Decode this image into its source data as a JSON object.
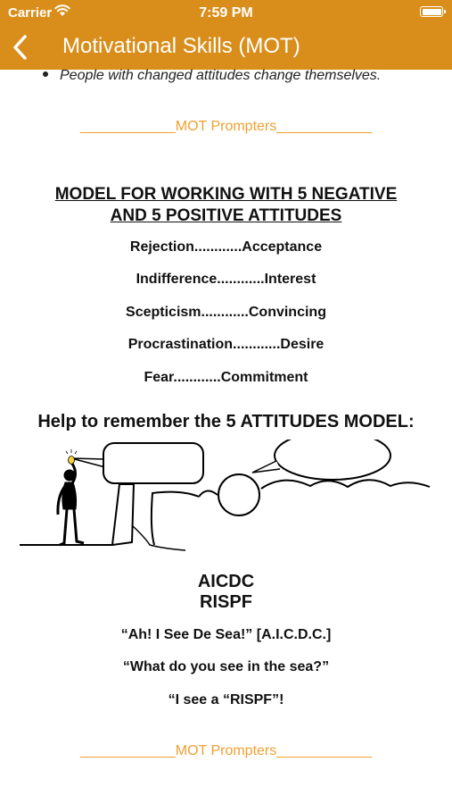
{
  "status": {
    "carrier": "Carrier",
    "time": "7:59 PM"
  },
  "nav": {
    "title": "Motivational Skills (MOT)",
    "back_icon": "chevron-left-icon"
  },
  "content": {
    "bullet_text": "People with changed attitudes change themselves.",
    "prompter_label": "____________MOT Prompters____________",
    "model_title_line1": "MODEL FOR WORKING WITH 5 NEGATIVE",
    "model_title_line2": "AND 5 POSITIVE ATTITUDES",
    "pairs": [
      "Rejection............Acceptance",
      "Indifference............Interest",
      "Scepticism............Convincing",
      "Procrastination............Desire",
      "Fear............Commitment"
    ],
    "help_title": "Help to remember the 5 ATTITUDES MODEL:",
    "code1": "AICDC",
    "code2": "RISPF",
    "quotes": [
      "“Ah! I See De Sea!” [A.I.C.D.C.]",
      "“What do you see in the sea?”",
      "“I see a “RISPF”!"
    ]
  },
  "colors": {
    "header": "#D98E1B",
    "prompter": "#F0A030",
    "text": "#111111"
  }
}
